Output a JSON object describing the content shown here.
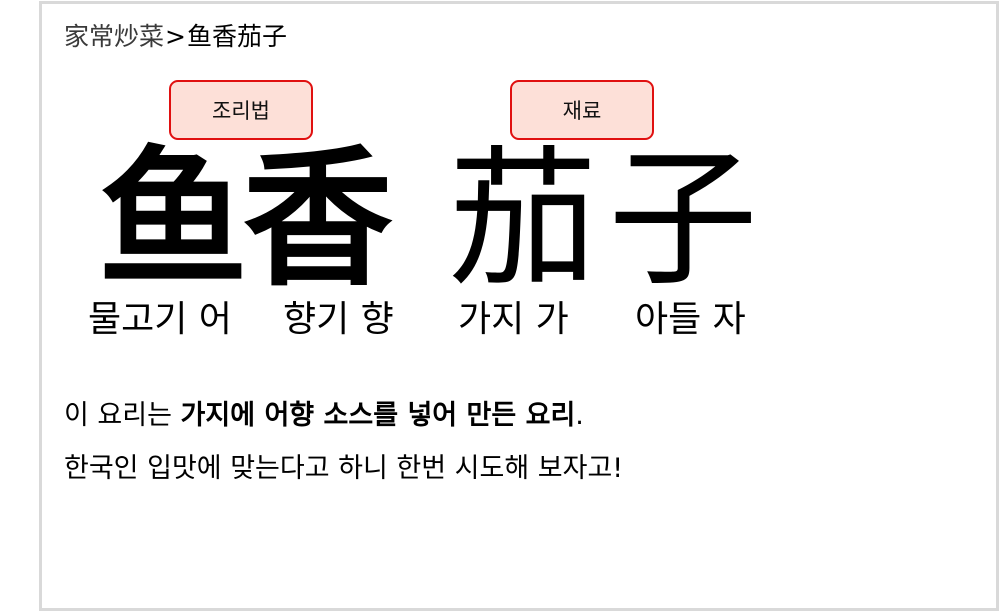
{
  "breadcrumb": {
    "parent": "家常炒菜",
    "separator": ">",
    "current": "鱼香茄子"
  },
  "buttons": {
    "recipe": "조리법",
    "ingredients": "재료"
  },
  "colors": {
    "button_fill": "#fde0d8",
    "button_border": "#e01010",
    "frame_border": "#d9d9d9"
  },
  "dish": {
    "characters": [
      {
        "hanzi": "鱼",
        "gloss": "물고기 어",
        "style": "sans"
      },
      {
        "hanzi": "香",
        "gloss": "향기 향",
        "style": "sans"
      },
      {
        "hanzi": "茄",
        "gloss": "가지 가",
        "style": "serif"
      },
      {
        "hanzi": "子",
        "gloss": "아들 자",
        "style": "serif"
      }
    ]
  },
  "description": {
    "line1_prefix": "이 요리는 ",
    "line1_bold": "가지에 어향 소스를 넣어 만든 요리",
    "line1_suffix": ".",
    "line2": "한국인 입맛에 맞는다고 하니 한번 시도해 보자고!"
  }
}
